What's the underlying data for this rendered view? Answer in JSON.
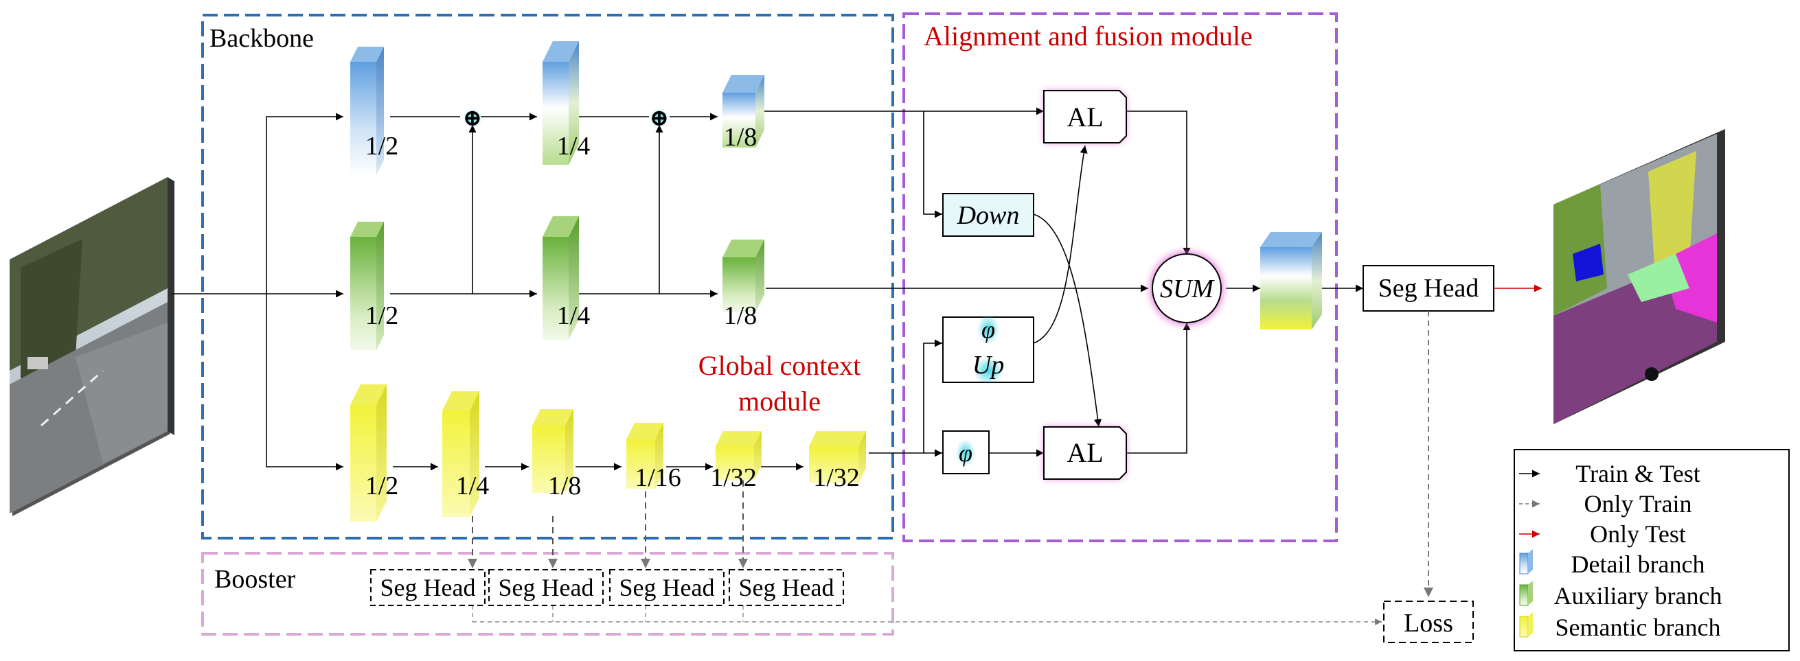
{
  "colors": {
    "backbone_border": "#2e6eb0",
    "align_border": "#a35ed6",
    "booster_border": "#d9a8d6",
    "red_text": "#cc0000",
    "detail": "#6ea8e0",
    "auxiliary": "#7dc14e",
    "semantic": "#f2f23a",
    "al_glow": "#e060d0",
    "cyan_glow": "#30d0e0"
  },
  "labels": {
    "backbone": "Backbone",
    "booster": "Booster",
    "align_module": "Alignment and fusion module",
    "global_context_line1": "Global context",
    "global_context_line2": "module",
    "plus": "⊕"
  },
  "detail_branch": [
    "1/2",
    "1/4",
    "1/8"
  ],
  "auxiliary_branch": [
    "1/2",
    "1/4",
    "1/8"
  ],
  "semantic_branch": [
    "1/2",
    "1/4",
    "1/8",
    "1/16",
    "1/32",
    "1/32"
  ],
  "fusion": {
    "down": "Down",
    "phi": "φ",
    "up": "Up",
    "al": "AL",
    "sum": "SUM"
  },
  "seg_head": "Seg Head",
  "booster_heads": [
    "Seg Head",
    "Seg Head",
    "Seg Head",
    "Seg Head"
  ],
  "loss": "Loss",
  "legend": [
    {
      "label": "Train & Test",
      "icon": "black-arrow-icon"
    },
    {
      "label": "Only Train",
      "icon": "gray-dashed-arrow-icon"
    },
    {
      "label": "Only Test",
      "icon": "red-arrow-icon"
    },
    {
      "label": "Detail branch",
      "icon": "detail-cube-icon"
    },
    {
      "label": "Auxiliary branch",
      "icon": "auxiliary-cube-icon"
    },
    {
      "label": "Semantic branch",
      "icon": "semantic-cube-icon"
    }
  ],
  "images": {
    "input": "street-scene-photo",
    "output": "segmentation-map"
  }
}
